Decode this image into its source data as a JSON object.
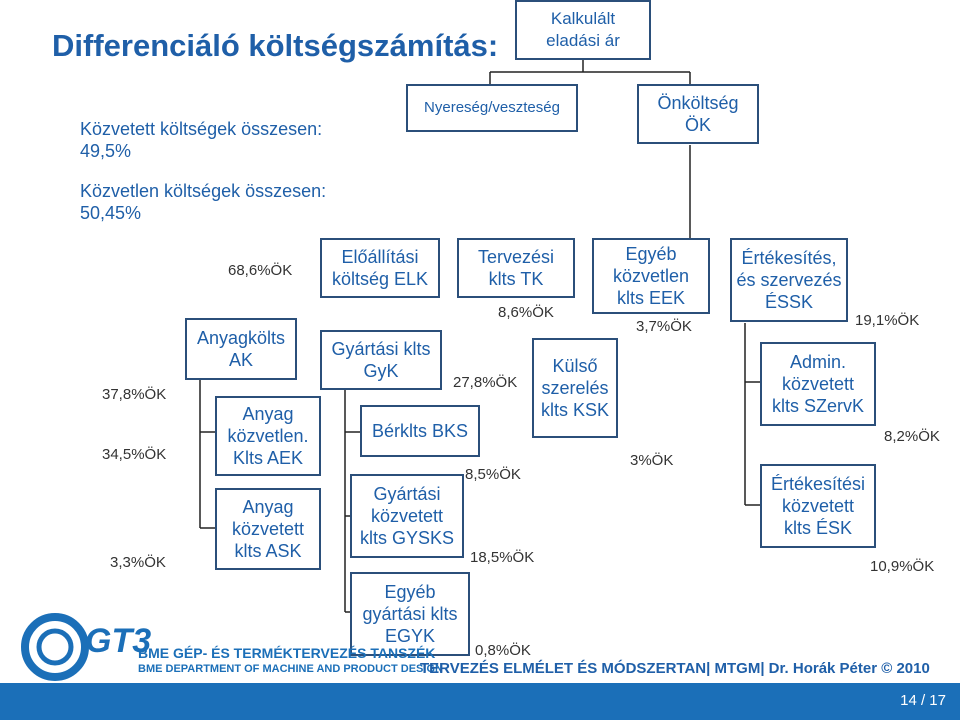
{
  "title": "Differenciáló költségszámítás:",
  "notes": {
    "indirect": "Közvetett költségek összesen:\n49,5%",
    "direct": "Közvetlen költségek összesen:\n50,45%"
  },
  "boxes": {
    "kalkulalt": "Kalkulált\neladási ár",
    "nyereseg": "Nyereség/veszteség",
    "onkoltseg": "Önköltség\nÖK",
    "ak": "Anyagkölts\nAK",
    "aek": "Anyag\nközvetlen.\nKlts AEK",
    "ask": "Anyag\nközvetett\nklts ASK",
    "elk": "Előállítási\nköltség ELK",
    "gyk": "Gyártási klts\nGyK",
    "bks": "Bérklts BKS",
    "gysks": "Gyártási\nközvetett\nklts GYSKS",
    "egyk": "Egyéb\ngyártási klts\nEGYK",
    "tk": "Tervezési\nklts TK",
    "ksk": "Külső\nszerelés\nklts KSK",
    "eek": "Egyéb\nközvetlen\nklts EEK",
    "essk": "Értékesítés,\nés szervezés\nÉSSK",
    "szervk": "Admin.\nközvetett\nklts SZervK",
    "esk": "Értékesítési\nközvetett\nklts ÉSK"
  },
  "percents": {
    "p686": "68,6%ÖK",
    "p378": "37,8%ÖK",
    "p345": "34,5%ÖK",
    "p33": "3,3%ÖK",
    "p86": "8,6%ÖK",
    "p278": "27,8%ÖK",
    "p85": "8,5%ÖK",
    "p185": "18,5%ÖK",
    "p08": "0,8%ÖK",
    "p37": "3,7%ÖK",
    "p3": "3%ÖK",
    "p191": "19,1%ÖK",
    "p82": "8,2%ÖK",
    "p109": "10,9%ÖK"
  },
  "logo": {
    "mark": "GT3",
    "line1": "BME GÉP- ÉS TERMÉKTERVEZÉS TANSZÉK",
    "line2": "BME DEPARTMENT OF MACHINE AND PRODUCT DESIGN"
  },
  "footer": "TERVEZÉS ELMÉLET ÉS MÓDSZERTAN| MTGM| Dr. Horák Péter © 2010",
  "page": "14 / 17",
  "colors": {
    "accent": "#1f5fa8",
    "bar": "#1b6fb8",
    "border": "#2b4f7a"
  }
}
